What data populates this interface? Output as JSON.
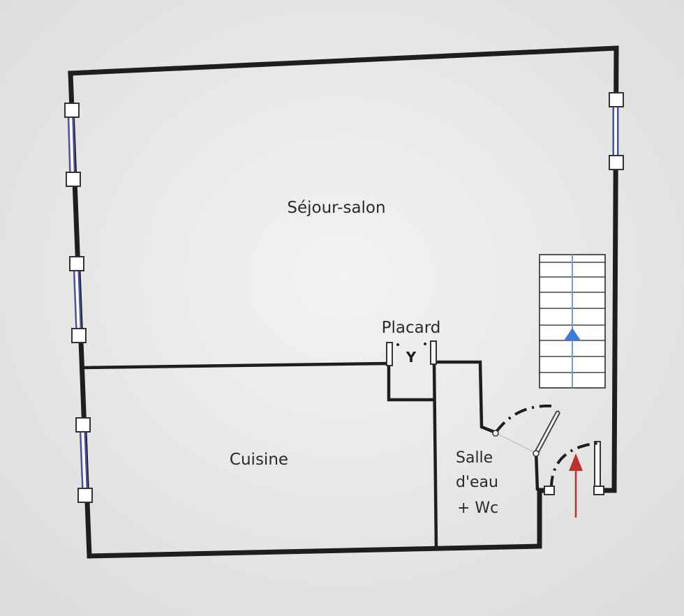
{
  "floor_plan": {
    "rooms": {
      "sejour": "Séjour-salon",
      "placard": "Placard",
      "cuisine": "Cuisine",
      "salle_eau": [
        "Salle",
        "d'eau",
        "+ Wc"
      ]
    },
    "icons": {
      "stair_direction": "blue-up-arrow-icon",
      "entrance": "red-entrance-arrow-icon",
      "closet_symbol": "Y"
    },
    "colors": {
      "wall": "#1e1e1e",
      "window_frame": "#4a4fa8",
      "stair_arrow": "#3e7bd8",
      "entrance_arrow": "#c0302a",
      "background": "#ebebe9"
    }
  }
}
